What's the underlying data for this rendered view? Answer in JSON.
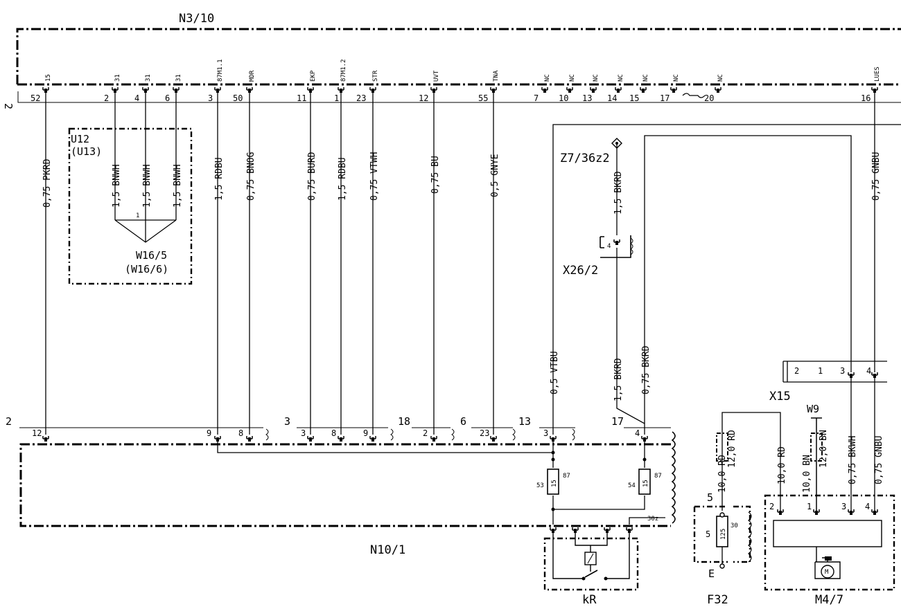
{
  "components": {
    "n3_10": "N3/10",
    "n10_1": "N10/1",
    "u12": "U12",
    "u13": "(U13)",
    "w16_5": "W16/5",
    "w16_6": "(W16/6)",
    "z7_36z2": "Z7/36z2",
    "x26_2": "X26/2",
    "x15": "X15",
    "w9": "W9",
    "kr": "kR",
    "f32": "F32",
    "m4_7": "M4/7",
    "f32_e": "E",
    "fuse_53": "53",
    "fuse_54": "54",
    "fuse_53_val": "15",
    "fuse_54_val": "15",
    "fuse_87a": "87",
    "fuse_87b": "87",
    "f32_fuse_val": "125",
    "f32_pin5": "5",
    "f32_pin5b": "5",
    "f32_pin30": "30",
    "junction_1": "1",
    "conn_30z": "30z",
    "conn_2_top": "2",
    "conn_2_left": "2",
    "conn_3": "3",
    "conn_18": "18",
    "conn_6": "6",
    "conn_13": "13",
    "conn_17": "17"
  },
  "top_pins": [
    {
      "num": "52",
      "sig": "15"
    },
    {
      "num": "2",
      "sig": "31"
    },
    {
      "num": "4",
      "sig": "31"
    },
    {
      "num": "6",
      "sig": "31"
    },
    {
      "num": "3",
      "sig": "87M1.1"
    },
    {
      "num": "50",
      "sig": "MDR"
    },
    {
      "num": "11",
      "sig": "EKP"
    },
    {
      "num": "1",
      "sig": "87M1.2"
    },
    {
      "num": "23",
      "sig": "STR"
    },
    {
      "num": "12",
      "sig": "UVT"
    },
    {
      "num": "55",
      "sig": "TNA"
    },
    {
      "num": "7",
      "sig": "NC"
    },
    {
      "num": "10",
      "sig": "NC"
    },
    {
      "num": "13",
      "sig": "NC"
    },
    {
      "num": "14",
      "sig": "NC"
    },
    {
      "num": "15",
      "sig": "NC"
    },
    {
      "num": "17",
      "sig": "NC"
    },
    {
      "num": "20",
      "sig": "NC"
    },
    {
      "num": "16",
      "sig": "LUES"
    }
  ],
  "wires": [
    "0,75 PKRD",
    "1,5 BNWH",
    "1,5 BNWH",
    "1,5 BNWH",
    "1,5 RDBU",
    "0,75 BNOG",
    "0,75 BURD",
    "1,5 RDBU",
    "0,75 VTWH",
    "0,75 BU",
    "0,5 GNYE",
    "0,75 GNBU",
    "1,5 BKRD",
    "0,5 VTBU",
    "1,5 BKRD",
    "0,75 BKRD",
    "10,0 RD",
    "12,0 RD",
    "10,0 RD",
    "10,0 BN",
    "12,0 BN",
    "0,75 BKWH",
    "0,75 GNBU"
  ],
  "bottom_pins": [
    "12",
    "9",
    "8",
    "3",
    "8",
    "9",
    "2",
    "23",
    "3",
    "4"
  ],
  "x26_pin": "4",
  "x15_pins": [
    "2",
    "1",
    "3",
    "4"
  ],
  "m4_pins": [
    "2",
    "1",
    "3",
    "4"
  ],
  "m4_motor": "M"
}
